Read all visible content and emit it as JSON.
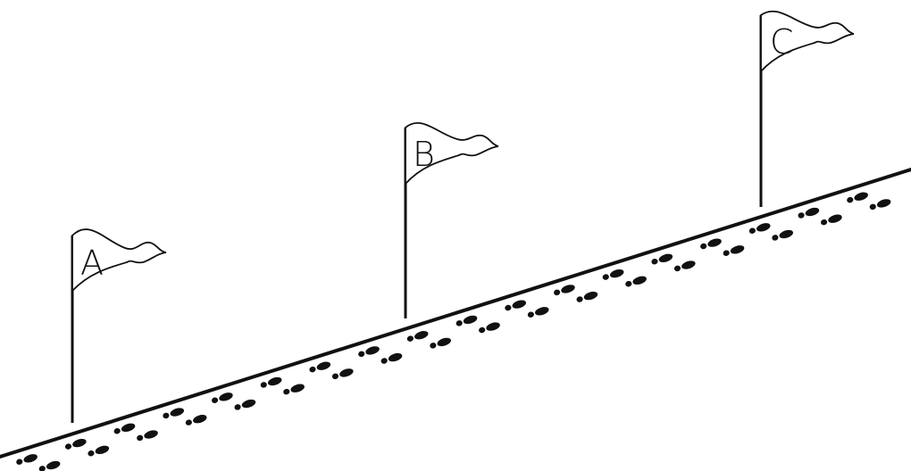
{
  "flags": [
    {
      "id": "A",
      "label": "A"
    },
    {
      "id": "B",
      "label": "B"
    },
    {
      "id": "C",
      "label": "C"
    }
  ],
  "colors": {
    "ink": "#111111",
    "background": "#ffffff",
    "flag_fill": "#ffffff"
  },
  "footprints": {
    "count": 18
  }
}
